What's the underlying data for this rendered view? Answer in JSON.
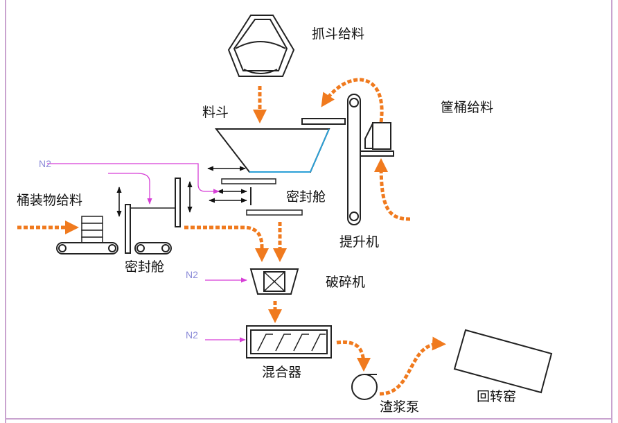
{
  "labels": {
    "grab_feed": "抓斗给料",
    "hopper": "料斗",
    "bucket_feed": "筐桶给料",
    "drum_feed": "桶装物给料",
    "seal_chamber_upper": "密封舱",
    "seal_chamber_lower": "密封舱",
    "elevator": "提升机",
    "crusher": "破碎机",
    "mixer": "混合器",
    "slurry_pump": "渣浆泵",
    "rotary_kiln": "回转窑",
    "n2_top": "N2",
    "n2_crusher": "N2",
    "n2_mixer": "N2"
  },
  "colors": {
    "flow_arrow": "#f07a1e",
    "nitrogen_line": "#d63fd6",
    "equipment_line": "#222222",
    "frame": "#c9a3cf",
    "hopper_edge": "#2a9fd6"
  }
}
